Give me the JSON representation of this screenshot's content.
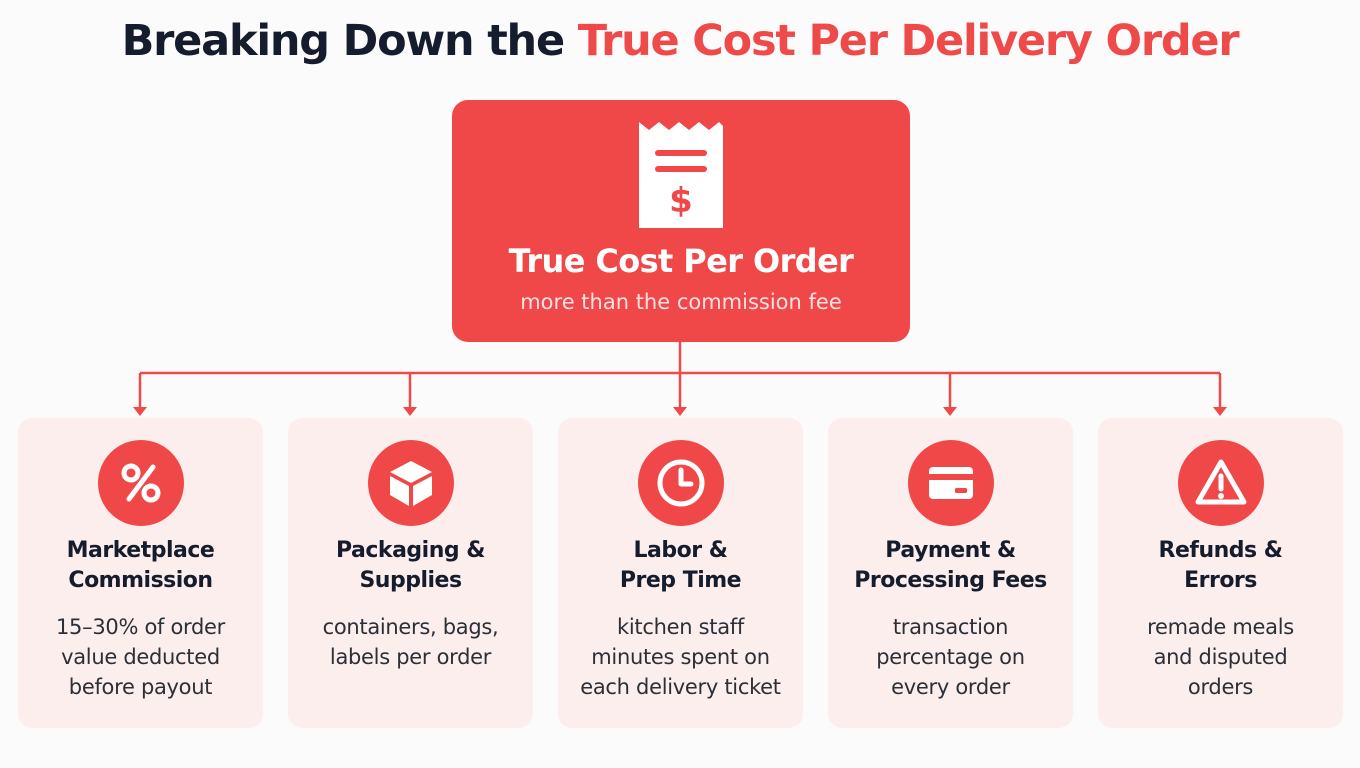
{
  "title": {
    "prefix": "Breaking Down the ",
    "highlight": "True Cost Per Delivery Order"
  },
  "hero": {
    "title": "True Cost Per Order",
    "subtitle": "more than the commission fee",
    "icon": "receipt-dollar-icon"
  },
  "colors": {
    "accent": "#f04848",
    "title_dark": "#141c2e",
    "card_bg": "#fdeeee"
  },
  "cards": [
    {
      "icon": "percent-icon",
      "title": [
        "Marketplace",
        "Commission"
      ],
      "desc": [
        "15–30% of order",
        "value deducted",
        "before payout"
      ]
    },
    {
      "icon": "box-icon",
      "title": [
        "Packaging &",
        "Supplies"
      ],
      "desc": [
        "containers, bags,",
        "labels per order"
      ]
    },
    {
      "icon": "clock-icon",
      "title": [
        "Labor &",
        "Prep Time"
      ],
      "desc": [
        "kitchen staff",
        "minutes spent on",
        "each delivery ticket"
      ]
    },
    {
      "icon": "credit-card-icon",
      "title": [
        "Payment &",
        "Processing Fees"
      ],
      "desc": [
        "transaction",
        "percentage on",
        "every order"
      ]
    },
    {
      "icon": "warning-icon",
      "title": [
        "Refunds &",
        "Errors"
      ],
      "desc": [
        "remade meals",
        "and disputed",
        "orders"
      ]
    }
  ]
}
